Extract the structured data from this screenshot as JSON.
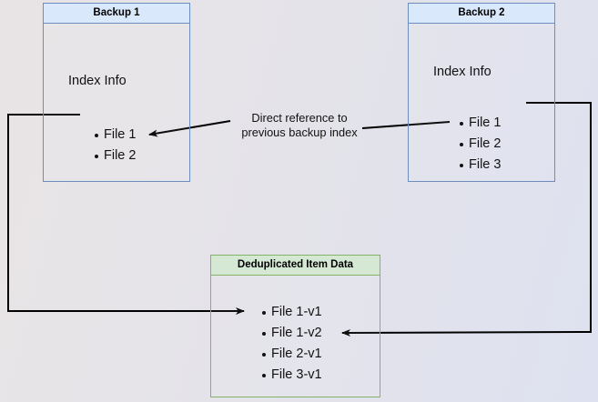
{
  "diagram": {
    "title": "Backup deduplication index reference diagram",
    "background": {
      "from_color": "#e8e4e6",
      "to_color": "#dee2f0"
    },
    "colors": {
      "blue_fill": "#dae8fc",
      "blue_stroke": "#6c8ebf",
      "green_fill": "#d5e8d4",
      "green_stroke": "#82b366",
      "edge_stroke": "#000000",
      "text": "#111111"
    },
    "nodes": {
      "backup1": {
        "header": "Backup 1",
        "section_label": "Index Info",
        "files": [
          "File 1",
          "File 2"
        ]
      },
      "backup2": {
        "header": "Backup 2",
        "section_label": "Index Info",
        "files": [
          "File 1",
          "File 2",
          "File 3"
        ]
      },
      "dedup": {
        "header": "Deduplicated Item Data",
        "files": [
          "File 1-v1",
          "File 1-v2",
          "File 2-v1",
          "File 3-v1"
        ]
      }
    },
    "edges": {
      "reference_label": "Direct reference to\nprevious backup index"
    }
  }
}
